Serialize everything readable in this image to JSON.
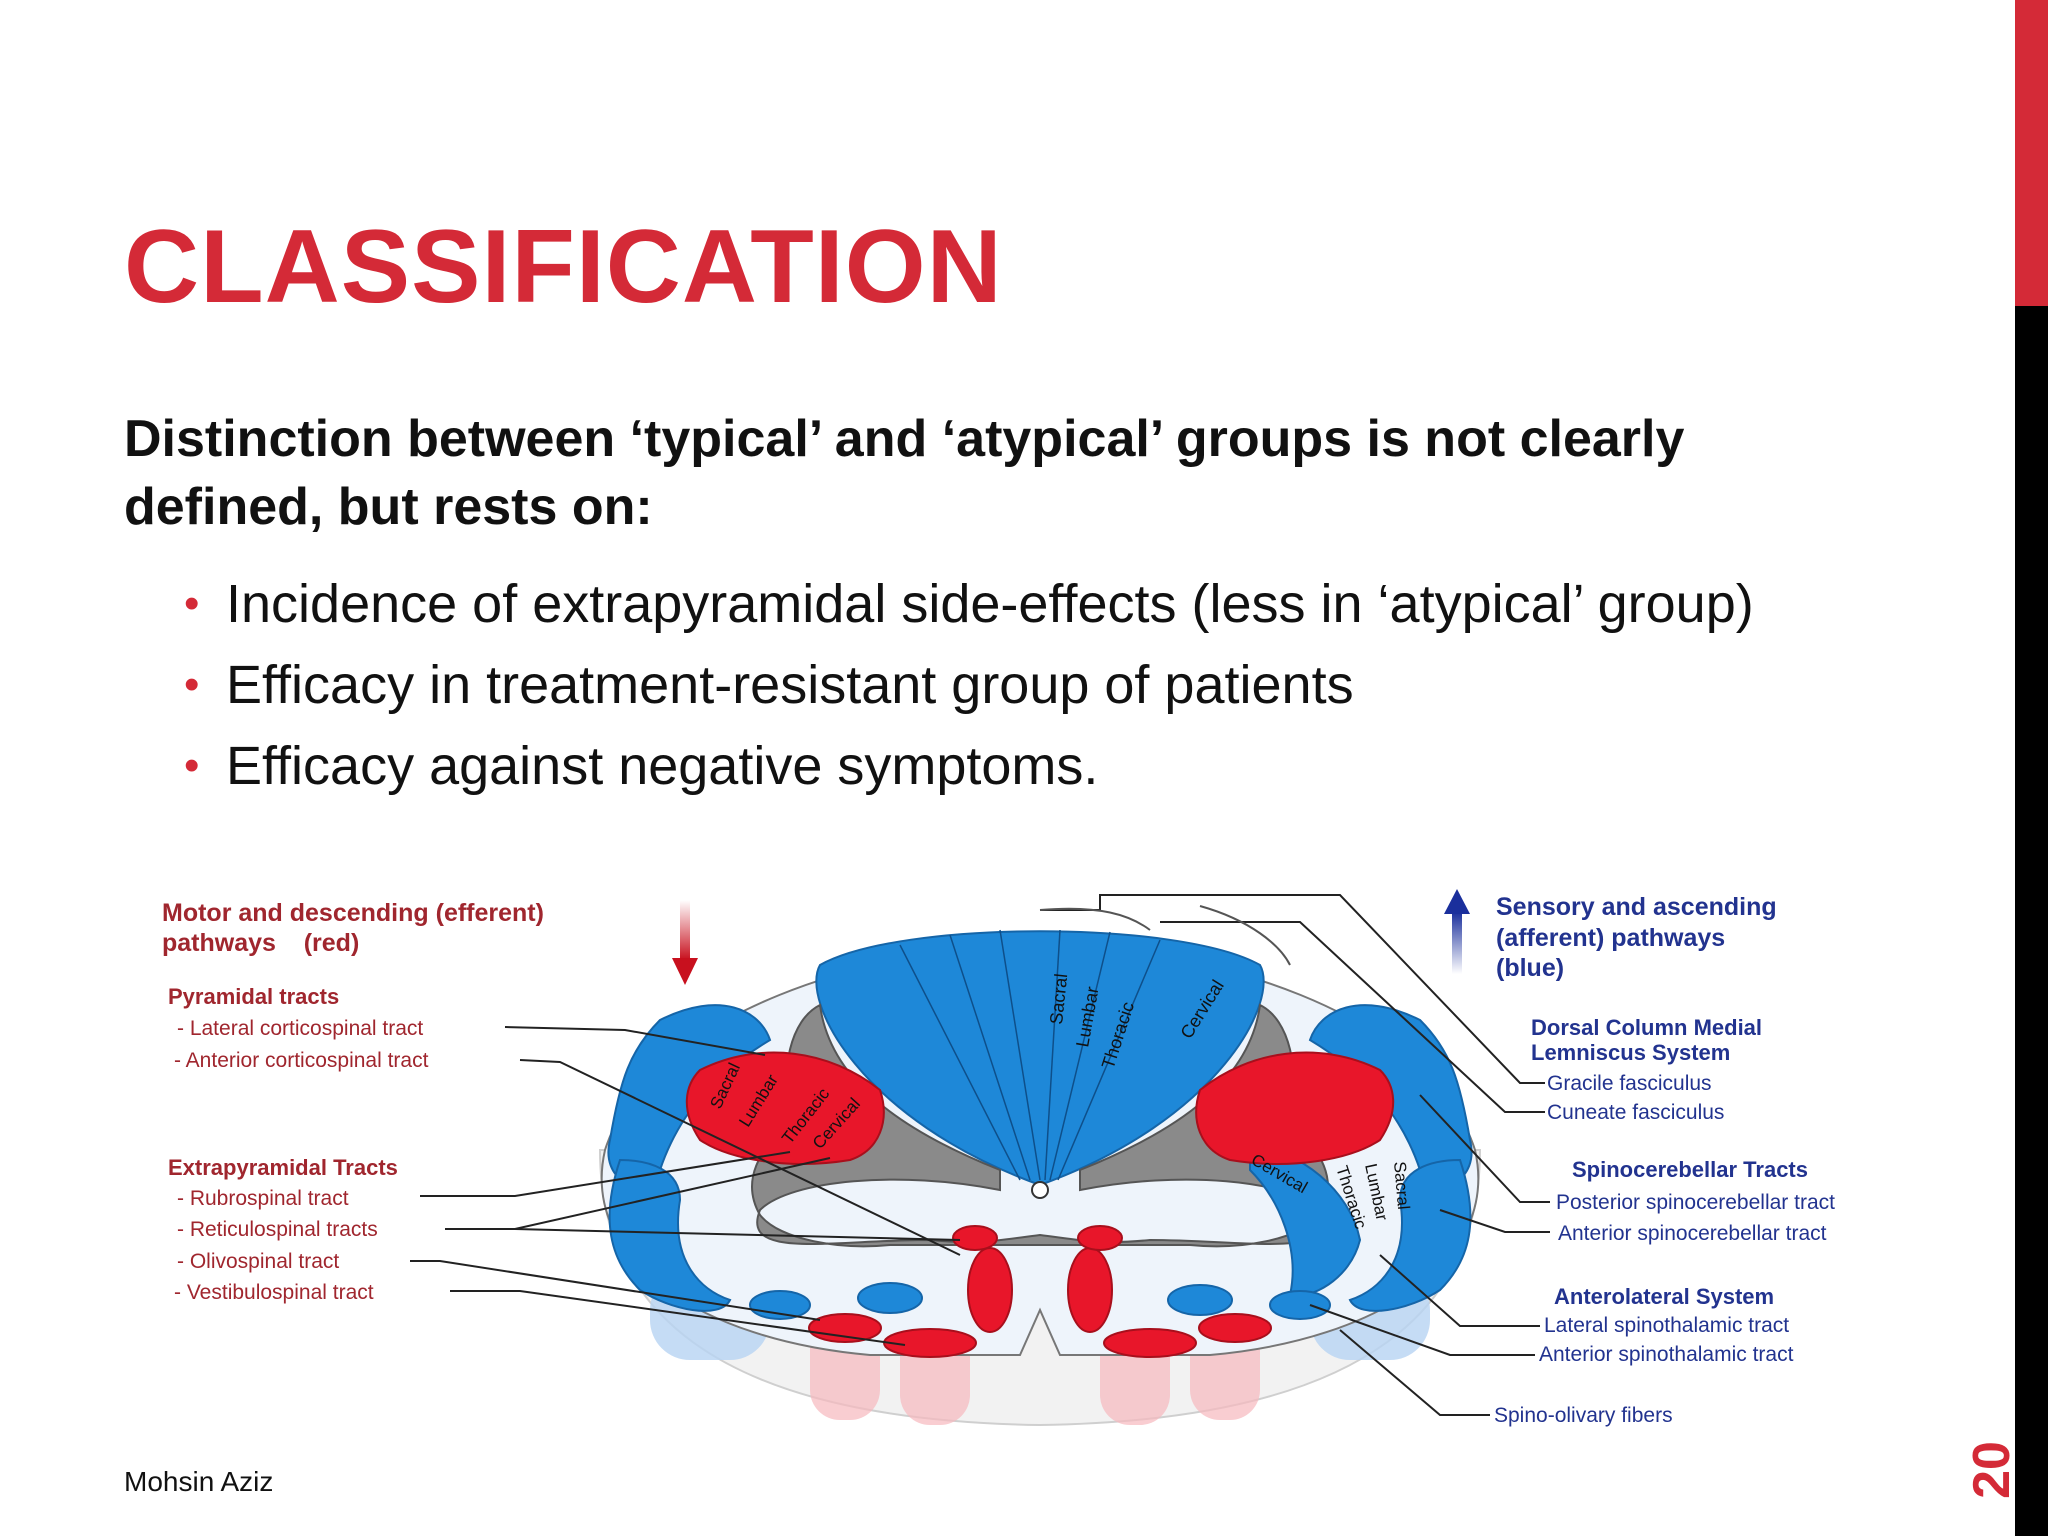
{
  "slide": {
    "title": "CLASSIFICATION",
    "intro": "Distinction between ‘typical’ and ‘atypical’ groups is not clearly defined, but rests on:",
    "bullets": [
      "Incidence of extrapyramidal side-effects (less in ‘atypical’ group)",
      "Efficacy in treatment-resistant group of patients",
      "Efficacy against negative symptoms."
    ],
    "author": "Mohsin Aziz",
    "page_number": "20"
  },
  "diagram": {
    "motor_heading_1": "Motor and descending (efferent)",
    "motor_heading_2": "pathways    (red)",
    "sensory_heading_1": "Sensory and ascending",
    "sensory_heading_2": "(afferent) pathways",
    "sensory_heading_3": "(blue)",
    "pyramidal_heading": "Pyramidal tracts",
    "lateral_corticospinal": "- Lateral corticospinal tract",
    "anterior_corticospinal": "- Anterior corticospinal tract",
    "extrapyramidal_heading": "Extrapyramidal Tracts",
    "rubrospinal": "- Rubrospinal tract",
    "reticulospinal": "- Reticulospinal tracts",
    "olivospinal": "- Olivospinal tract",
    "vestibulospinal": "- Vestibulospinal tract",
    "dorsal_column_1": "Dorsal Column Medial",
    "dorsal_column_2": "Lemniscus System",
    "gracile": "Gracile fasciculus",
    "cuneate": "Cuneate fasciculus",
    "spinocerebellar_heading": "Spinocerebellar Tracts",
    "posterior_spinocerebellar": "Posterior spinocerebellar tract",
    "anterior_spinocerebellar": "Anterior spinocerebellar tract",
    "anterolateral_heading": "Anterolateral System",
    "lateral_spinothalamic": "Lateral spinothalamic tract",
    "anterior_spinothalamic": "Anterior spinothalamic tract",
    "spino_olivary": "Spino-olivary fibers",
    "seg_sacral": "Sacral",
    "seg_lumbar": "Lumbar",
    "seg_thoracic": "Thoracic",
    "seg_cervical": "Cervical"
  },
  "colors": {
    "accent_red": "#d42a37",
    "tract_red": "#e8162a",
    "tract_blue": "#1e88d8",
    "grey_matter": "#8a8a8a",
    "label_red": "#a0262e",
    "label_blue": "#22338f"
  }
}
